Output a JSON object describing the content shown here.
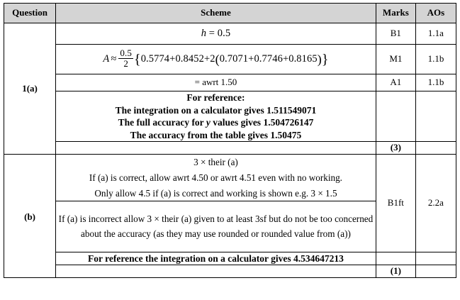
{
  "document": {
    "type": "mark-scheme-table"
  },
  "table": {
    "headers": {
      "question": "Question",
      "scheme": "Scheme",
      "marks": "Marks",
      "aos": "AOs"
    },
    "rows": [
      {
        "question": "1(a)",
        "scheme_text": "h = 0.5",
        "marks": "B1",
        "aos": "1.1a"
      },
      {
        "question": "",
        "scheme_text": "A ≈ (0.5/2){0.5774 + 0.8452 + 2(0.7071 + 0.7746 + 0.8165)}",
        "formula": {
          "lhs": "A",
          "relation": "≈",
          "frac_num": "0.5",
          "frac_den": "2",
          "brace_open": "{",
          "term1": "0.5774",
          "plus1": "+",
          "term2": "0.8452",
          "plus2": "+",
          "coefficient": "2",
          "paren_open": "(",
          "inner1": "0.7071",
          "inner_plus1": "+",
          "inner2": "0.7746",
          "inner_plus2": "+",
          "inner3": "0.8165",
          "paren_close": ")",
          "brace_close": "}"
        },
        "marks": "M1",
        "aos": "1.1b"
      },
      {
        "question": "",
        "scheme_text": "= awrt 1.50",
        "marks": "A1",
        "aos": "1.1b"
      }
    ],
    "reference_block": {
      "line1": "For reference:",
      "line2": "The integration on a calculator gives 1.511549071",
      "line3_pre": "The full accuracy for ",
      "line3_italic": "y",
      "line3_post": " values gives 1.504726147",
      "line4": "The accuracy from the table gives 1.50475"
    },
    "subtotal_a": "(3)",
    "part_b": {
      "question": "(b)",
      "line1": "3 × their (a)",
      "line2": "If (a) is correct, allow awrt 4.50 or awrt 4.51 even with no working.",
      "line3": "Only allow 4.5 if (a) is correct and working is shown e.g. 3 × 1.5",
      "line4": "If (a) is incorrect allow 3 × their (a) given to at least 3sf but do not be too concerned about the accuracy (as they may use rounded or rounded value from (a))",
      "reference": "For reference the integration on a calculator gives 4.534647213",
      "marks": "B1ft",
      "aos": "2.2a",
      "subtotal": "(1)"
    }
  },
  "colors": {
    "header_background": "#d4d4d4",
    "border": "#000000",
    "text": "#000000",
    "page_background": "#ffffff"
  }
}
